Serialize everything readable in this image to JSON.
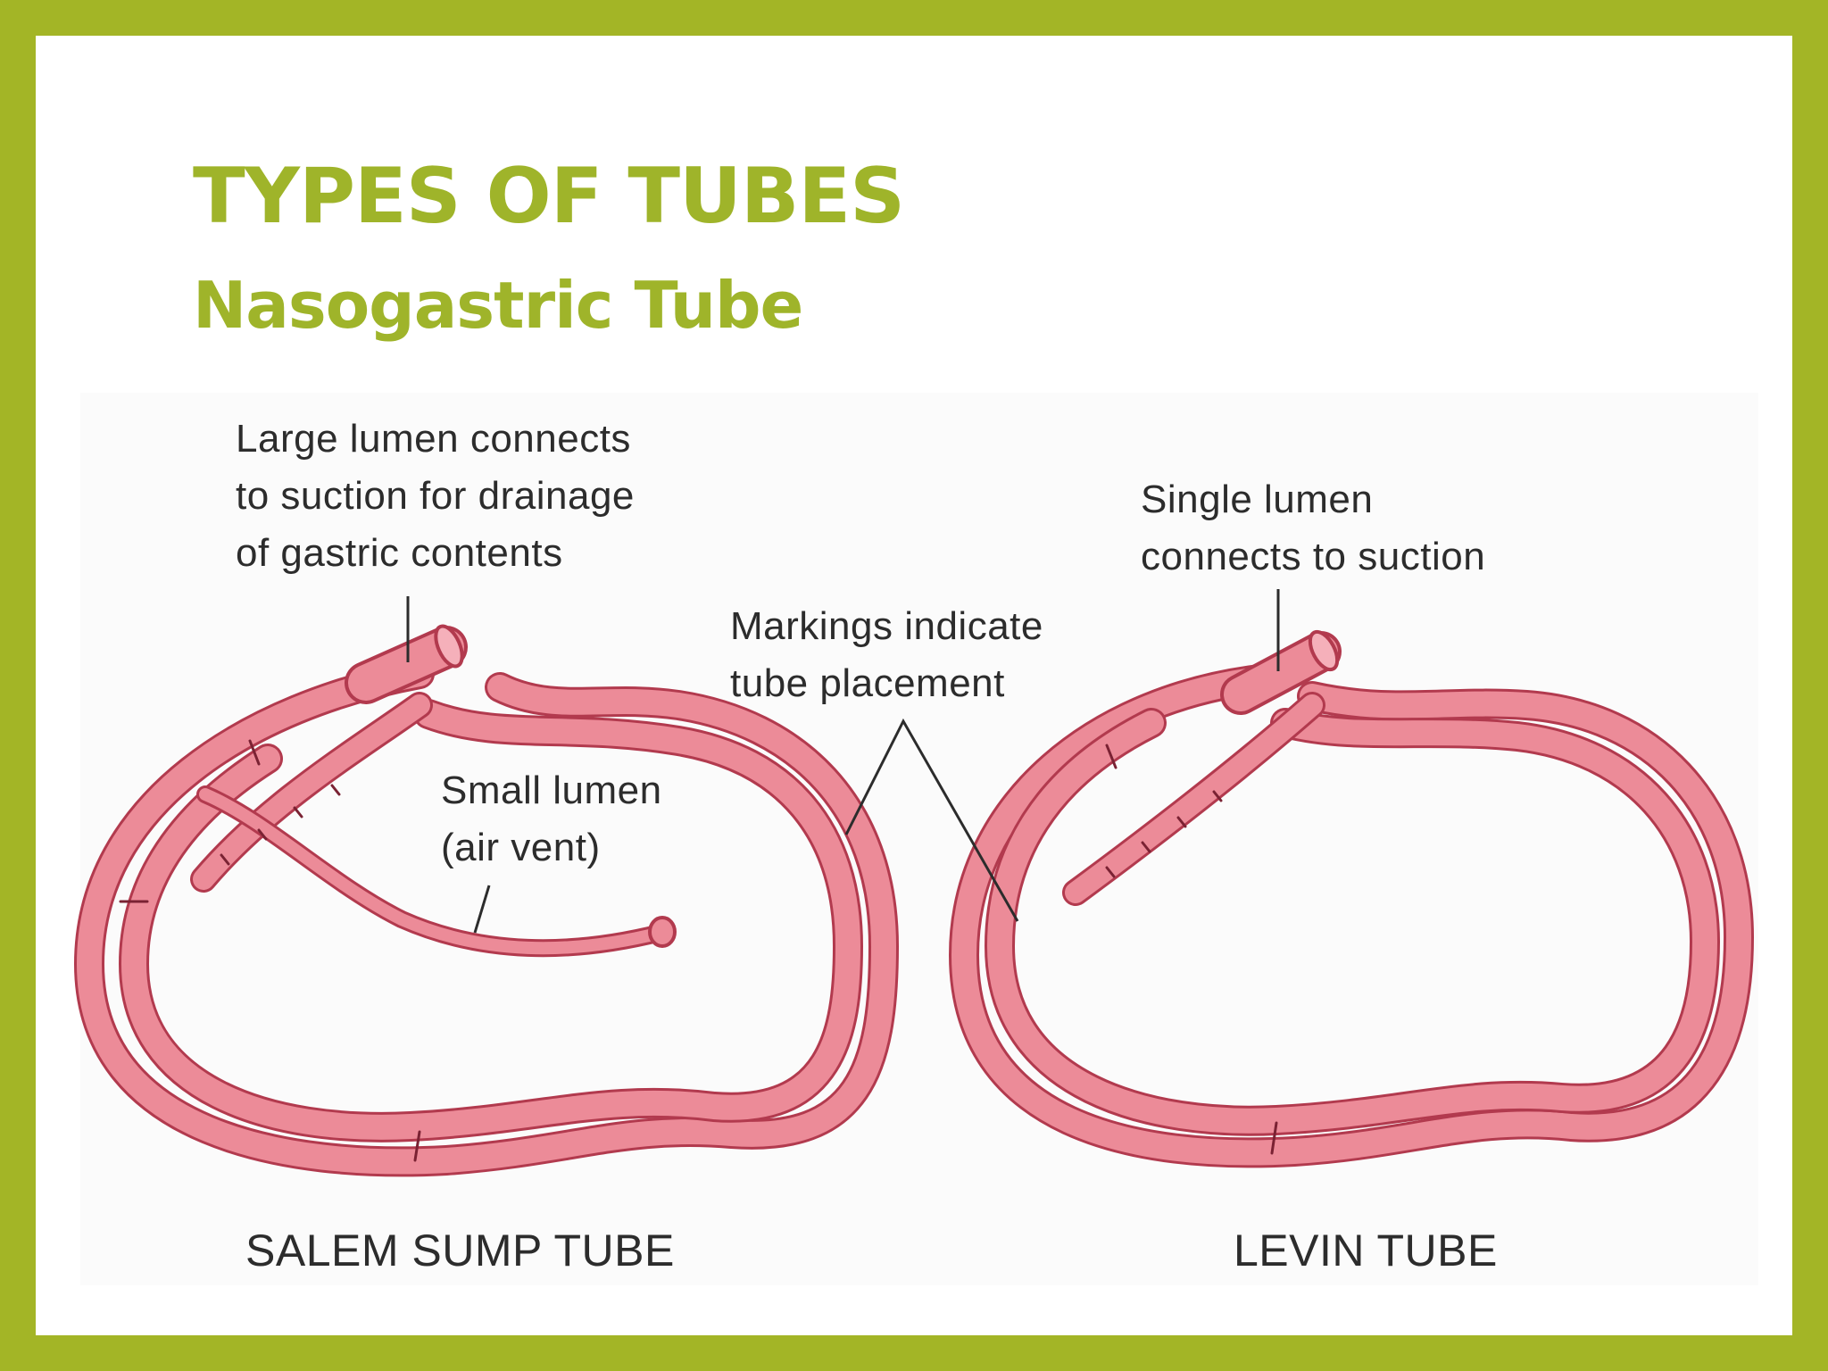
{
  "slide": {
    "title": "TYPES OF TUBES",
    "subtitle": "Nasogastric Tube"
  },
  "figure": {
    "labels": {
      "large_lumen": "Large lumen connects\nto suction for drainage\nof gastric contents",
      "single_lumen": "Single lumen\nconnects to suction",
      "markings": "Markings indicate\ntube placement",
      "small_lumen": "Small lumen\n(air vent)"
    },
    "captions": {
      "salem": "SALEM SUMP TUBE",
      "levin": "LEVIN TUBE"
    }
  },
  "colors": {
    "frame": "#a3b526",
    "title": "#9fb42a",
    "tube_fill": "#ec8b98",
    "tube_outline": "#b23a4e",
    "text": "#2c2c2c"
  }
}
